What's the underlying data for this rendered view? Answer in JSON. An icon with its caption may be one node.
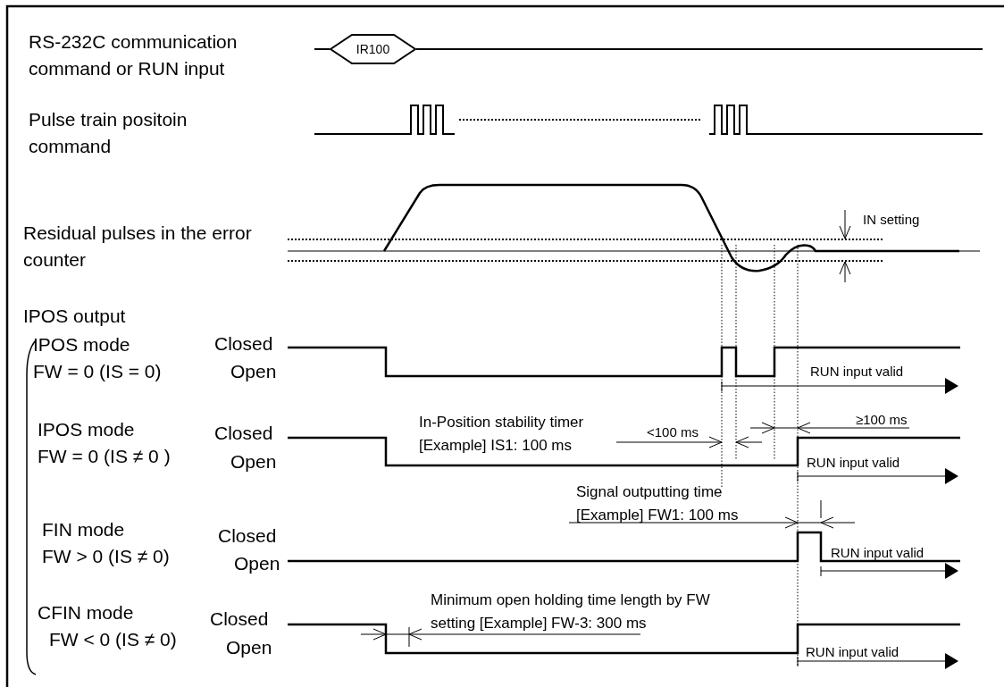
{
  "diagram": {
    "nodes": [
      {
        "text": [
          "IR100"
        ]
      }
    ],
    "labels": [
      "RS-232C communication command or RUN input",
      "Pulse train positoin command",
      "Residual pulses in the error counter",
      "IN setting",
      "IPOS output",
      "IPOS mode FW = 0 (IS = 0)",
      "Closed",
      "Open",
      "RUN input valid",
      "IPOS mode FW = 0 (IS ≠ 0 )",
      "Closed",
      "Open",
      "In-Position stability timer [Example] IS1: 100 ms",
      "<100 ms",
      "≥100 ms",
      "RUN input valid",
      "Signal outputting time [Example] FW1: 100 ms",
      "FIN mode FW > 0 (IS ≠ 0)",
      "Closed",
      "Open",
      "RUN input valid",
      "Minimum open holding time length by FW setting [Example] FW-3: 300 ms",
      "CFIN mode FW < 0 (IS ≠ 0)",
      "Closed",
      "Open",
      "RUN input valid"
    ]
  }
}
